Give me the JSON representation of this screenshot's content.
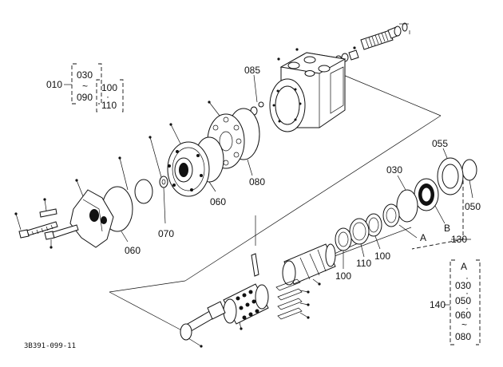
{
  "diagram": {
    "doc_id": "3B391-099-11",
    "callouts": {
      "c010": "010",
      "c030_top": "030",
      "tilde1": "~",
      "c090": "090",
      "c100_top": "100",
      "dot_sep": "·",
      "c110_top": "110",
      "c085": "085",
      "c080": "080",
      "c060_mid": "060",
      "c070": "070",
      "c060_low": "060",
      "c055": "055",
      "c030_mid": "030",
      "c050_right": "050",
      "B_label": "B",
      "A_label": "A",
      "c130": "130",
      "c100_a": "100",
      "c110_b": "110",
      "c100_c": "100",
      "A_group": "A",
      "c030_g": "030",
      "c050_g": "050",
      "c060_g": "060",
      "tilde2": "~",
      "c080_g": "080",
      "c140": "140"
    }
  }
}
